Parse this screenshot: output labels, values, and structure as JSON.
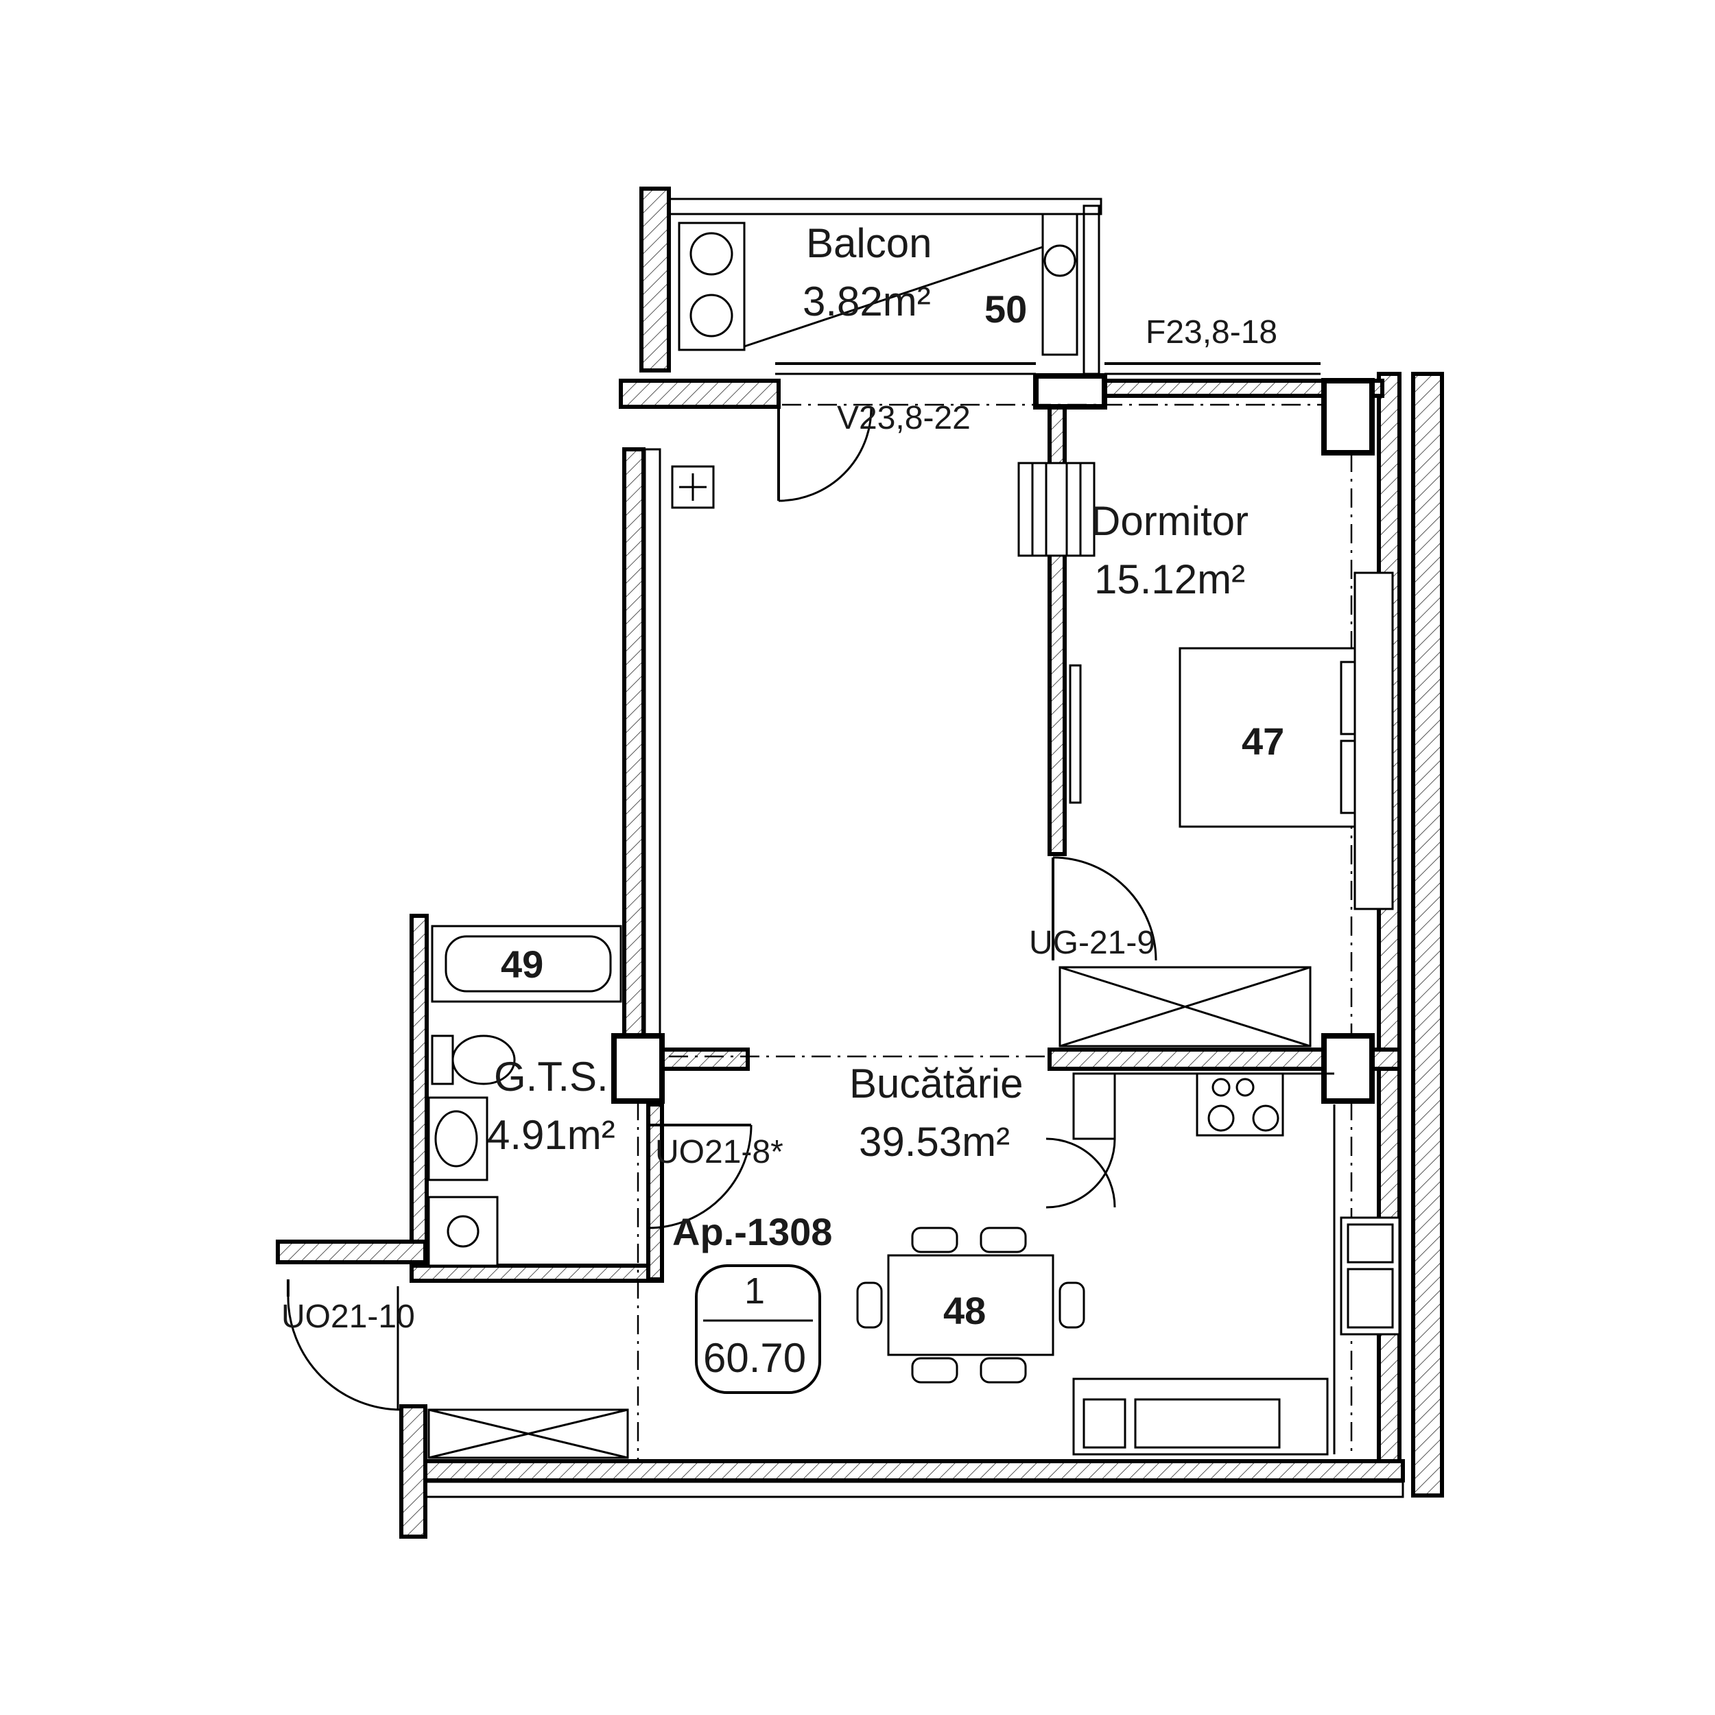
{
  "plan": {
    "apartment_code": "Ap.-1308",
    "unit_number": "1",
    "total_area": "60.70"
  },
  "rooms": {
    "balcony": {
      "name": "Balcon",
      "area": "3.82m²",
      "number": "50"
    },
    "bedroom": {
      "name": "Dormitor",
      "area": "15.12m²",
      "number": "47"
    },
    "kitchen": {
      "name": "Bucătărie",
      "area": "39.53m²",
      "number": "48"
    },
    "bathroom": {
      "name": "G.T.S.",
      "area": "4.91m²",
      "number": "49"
    }
  },
  "openings": {
    "balcony_window": "F23,8-18",
    "balcony_door": "V23,8-22",
    "bedroom_door": "UG-21-9",
    "bathroom_door": "UO21-8*",
    "entrance_door": "UO21-10"
  }
}
